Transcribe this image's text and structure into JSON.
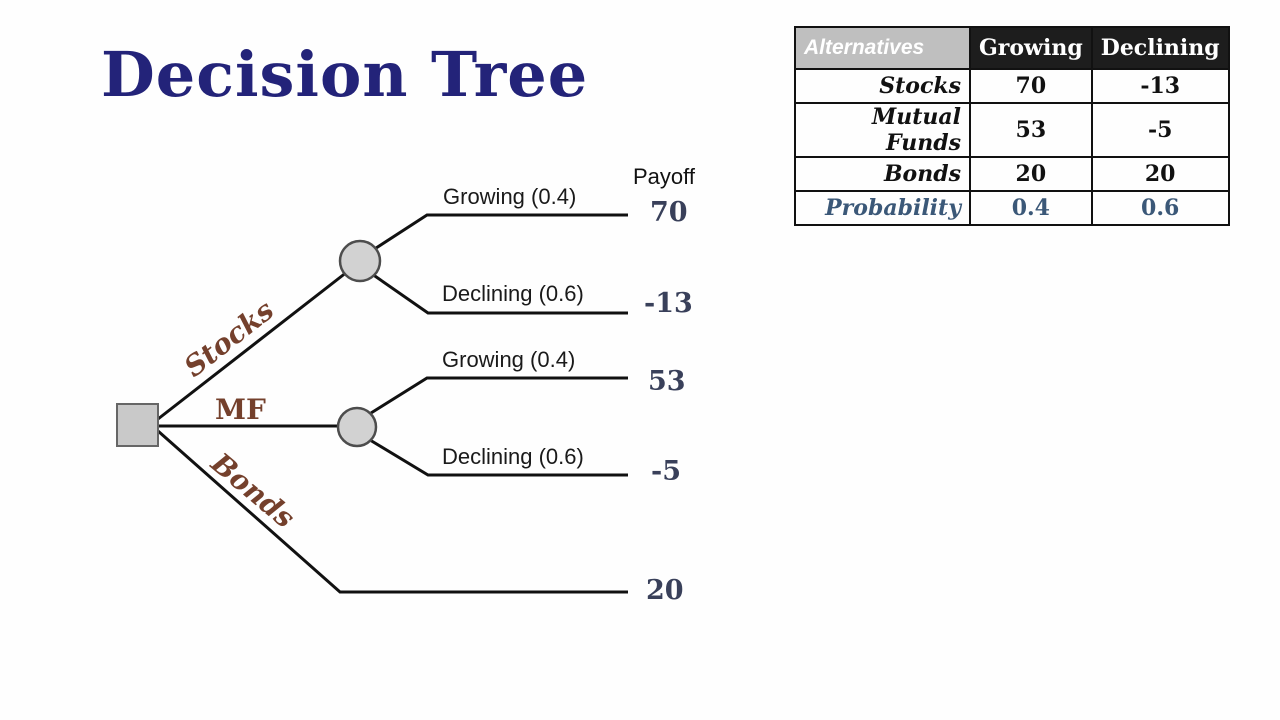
{
  "title": "Decision Tree",
  "tree": {
    "payoff_header": "Payoff",
    "alternatives": [
      {
        "label": "Stocks"
      },
      {
        "label": "MF"
      },
      {
        "label": "Bonds"
      }
    ],
    "branches": [
      {
        "label": "Growing (0.4)",
        "payoff": "70"
      },
      {
        "label": "Declining (0.6)",
        "payoff": "-13"
      },
      {
        "label": "Growing (0.4)",
        "payoff": "53"
      },
      {
        "label": "Declining (0.6)",
        "payoff": "-5"
      },
      {
        "label": "",
        "payoff": "20"
      }
    ]
  },
  "table": {
    "header": {
      "alternatives": "Alternatives",
      "growing": "Growing",
      "declining": "Declining"
    },
    "rows": [
      {
        "label": "Stocks",
        "growing": "70",
        "declining": "-13"
      },
      {
        "label": "Mutual Funds",
        "growing": "53",
        "declining": "-5"
      },
      {
        "label": "Bonds",
        "growing": "20",
        "declining": "20"
      },
      {
        "label": "Probability",
        "growing": "0.4",
        "declining": "0.6"
      }
    ]
  },
  "colors": {
    "title": "#232379",
    "alternative_label": "#74402c",
    "payoff_value": "#39405a",
    "probability_row": "#3b5878",
    "table_header_bg": "#1d1d1d",
    "alternatives_header_bg": "#bfbfbf",
    "node_fill": "#d2d2d2",
    "line": "#111111"
  }
}
